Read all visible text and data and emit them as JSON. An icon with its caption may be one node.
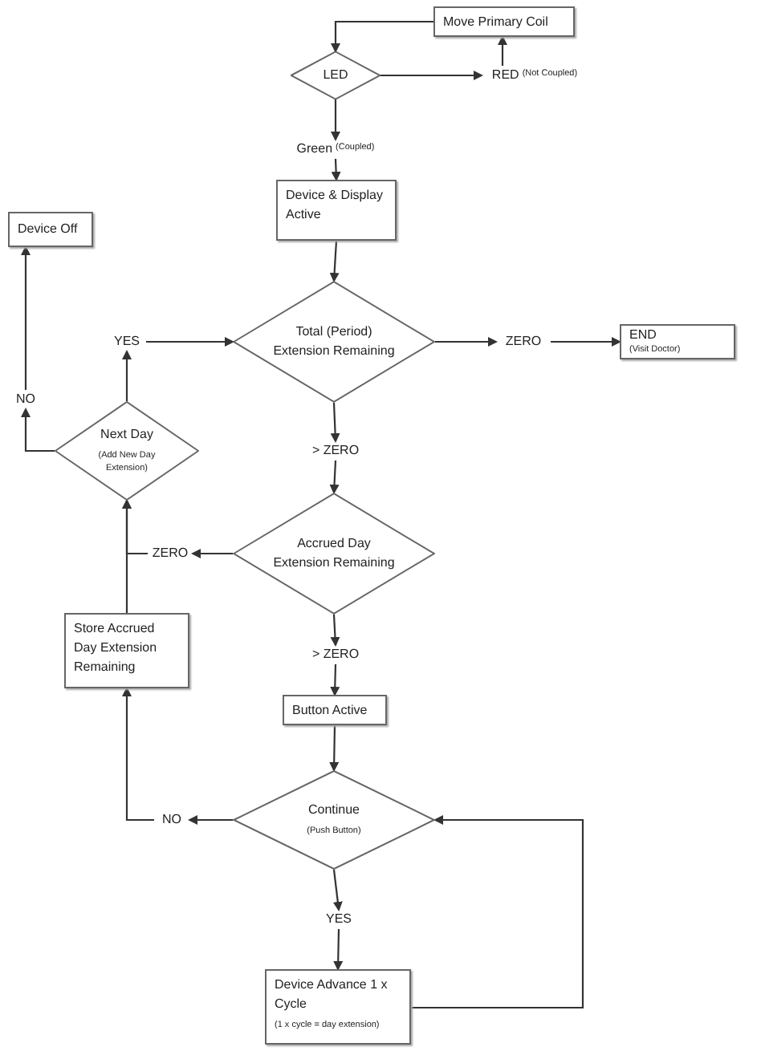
{
  "diagram": {
    "nodes": [
      {
        "text": [
          "Move Primary Coil"
        ]
      },
      {
        "text": [
          "LED"
        ]
      },
      {
        "text": [
          "RED",
          "(Not Coupled)"
        ]
      },
      {
        "text": [
          "Green",
          "(Coupled)"
        ]
      },
      {
        "text": [
          "Device & Display Active"
        ]
      },
      {
        "text": [
          "Device Off"
        ]
      },
      {
        "text": [
          "YES"
        ]
      },
      {
        "text": [
          "Total (Period) Extension Remaining"
        ]
      },
      {
        "text": [
          "ZERO"
        ]
      },
      {
        "text": [
          "END",
          "(Visit Doctor)"
        ]
      },
      {
        "text": [
          "NO"
        ]
      },
      {
        "text": [
          "Next Day",
          "(Add New Day Extension)"
        ]
      },
      {
        "text": [
          "> ZERO"
        ]
      },
      {
        "text": [
          "Accrued Day Extension Remaining"
        ]
      },
      {
        "text": [
          "ZERO"
        ]
      },
      {
        "text": [
          "Store Accrued Day Extension Remaining"
        ]
      },
      {
        "text": [
          "> ZERO"
        ]
      },
      {
        "text": [
          "Button Active"
        ]
      },
      {
        "text": [
          "Continue",
          "(Push Button)"
        ]
      },
      {
        "text": [
          "NO"
        ]
      },
      {
        "text": [
          "YES"
        ]
      },
      {
        "text": [
          "Device Advance 1 x Cycle",
          "(1 x cycle = day extension)"
        ]
      }
    ],
    "edges": [
      {
        "from": 0,
        "to": 1,
        "arrow": "to"
      },
      {
        "from": 1,
        "to": 2,
        "arrow": "to"
      },
      {
        "from": 2,
        "to": 0,
        "arrow": "to"
      },
      {
        "from": 1,
        "to": 3,
        "arrow": "to"
      },
      {
        "from": 3,
        "to": 4,
        "arrow": "to"
      },
      {
        "from": 4,
        "to": 7,
        "arrow": "to"
      },
      {
        "from": 7,
        "to": 8,
        "arrow": "to"
      },
      {
        "from": 8,
        "to": 9,
        "arrow": "to"
      },
      {
        "from": 7,
        "to": 12,
        "arrow": "to"
      },
      {
        "from": 12,
        "to": 13,
        "arrow": "to"
      },
      {
        "from": 13,
        "to": 14,
        "arrow": "to"
      },
      {
        "from": 14,
        "to": 11,
        "arrow": "to"
      },
      {
        "from": 15,
        "to": 11,
        "arrow": "to"
      },
      {
        "from": 11,
        "to": 6,
        "arrow": "to"
      },
      {
        "from": 6,
        "to": 7,
        "arrow": "to"
      },
      {
        "from": 11,
        "to": 10,
        "arrow": "to"
      },
      {
        "from": 10,
        "to": 5,
        "arrow": "to"
      },
      {
        "from": 13,
        "to": 16,
        "arrow": "to"
      },
      {
        "from": 16,
        "to": 17,
        "arrow": "to"
      },
      {
        "from": 17,
        "to": 18,
        "arrow": "to"
      },
      {
        "from": 18,
        "to": 19,
        "arrow": "to"
      },
      {
        "from": 19,
        "to": 15,
        "arrow": "to"
      },
      {
        "from": 18,
        "to": 20,
        "arrow": "to"
      },
      {
        "from": 20,
        "to": 21,
        "arrow": "to"
      },
      {
        "from": 21,
        "to": 18,
        "arrow": "to"
      }
    ]
  }
}
